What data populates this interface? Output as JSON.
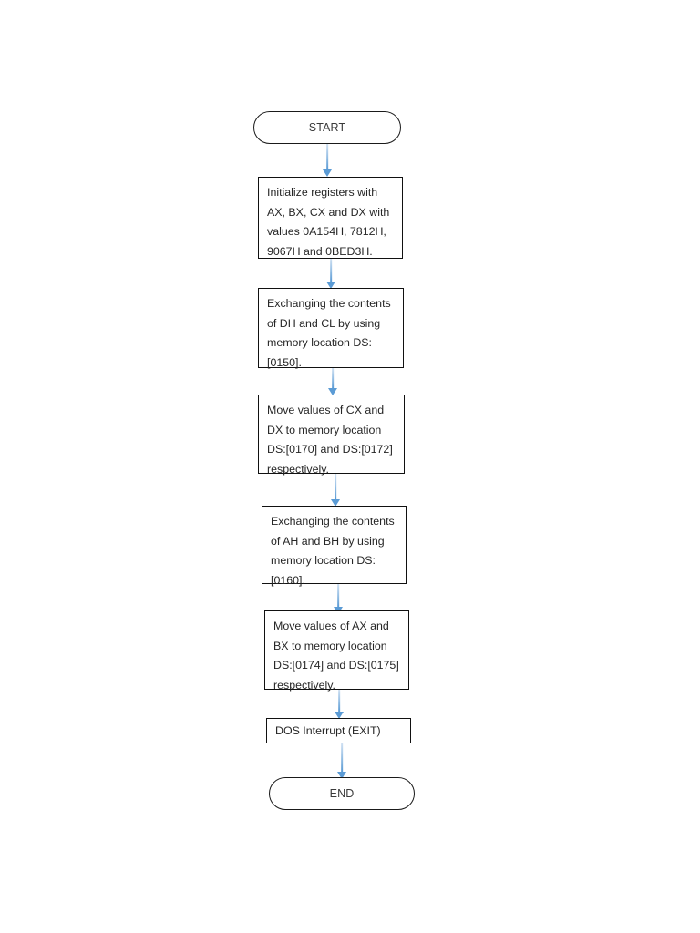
{
  "document": {
    "type": "flowchart",
    "title": "Assembly register exchange program flowchart",
    "background_color": "#ffffff"
  },
  "style": {
    "node_border_color": "#111111",
    "node_fill_color": "#ffffff",
    "text_color": "#262626",
    "connector_color": "#5b9bd5"
  },
  "nodes": [
    {
      "id": "start",
      "shape": "terminator",
      "label": "START"
    },
    {
      "id": "init-registers",
      "shape": "process",
      "label": "Initialize registers with AX, BX, CX and DX with values 0A154H, 7812H, 9067H and 0BED3H."
    },
    {
      "id": "exchange-dh-cl",
      "shape": "process",
      "label": "Exchanging the contents of DH and CL by using memory location DS: [0150]."
    },
    {
      "id": "move-cx-dx",
      "shape": "process",
      "label": "Move values of CX and DX to memory location DS:[0170] and DS:[0172] respectively."
    },
    {
      "id": "exchange-ah-bh",
      "shape": "process",
      "label": "Exchanging the contents of AH and BH by using memory location DS: [0160]."
    },
    {
      "id": "move-ax-bx",
      "shape": "process",
      "label": "Move values of AX and BX to memory location DS:[0174] and DS:[0175] respectively."
    },
    {
      "id": "dos-interrupt",
      "shape": "process",
      "label": "DOS Interrupt (EXIT)"
    },
    {
      "id": "end",
      "shape": "terminator",
      "label": "END"
    }
  ],
  "connectors": [
    {
      "id": "c1",
      "from": "start",
      "to": "init-registers"
    },
    {
      "id": "c2",
      "from": "init-registers",
      "to": "exchange-dh-cl"
    },
    {
      "id": "c3",
      "from": "exchange-dh-cl",
      "to": "move-cx-dx"
    },
    {
      "id": "c4",
      "from": "move-cx-dx",
      "to": "exchange-ah-bh"
    },
    {
      "id": "c5",
      "from": "exchange-ah-bh",
      "to": "move-ax-bx"
    },
    {
      "id": "c6",
      "from": "move-ax-bx",
      "to": "dos-interrupt"
    },
    {
      "id": "c7",
      "from": "dos-interrupt",
      "to": "end"
    }
  ]
}
